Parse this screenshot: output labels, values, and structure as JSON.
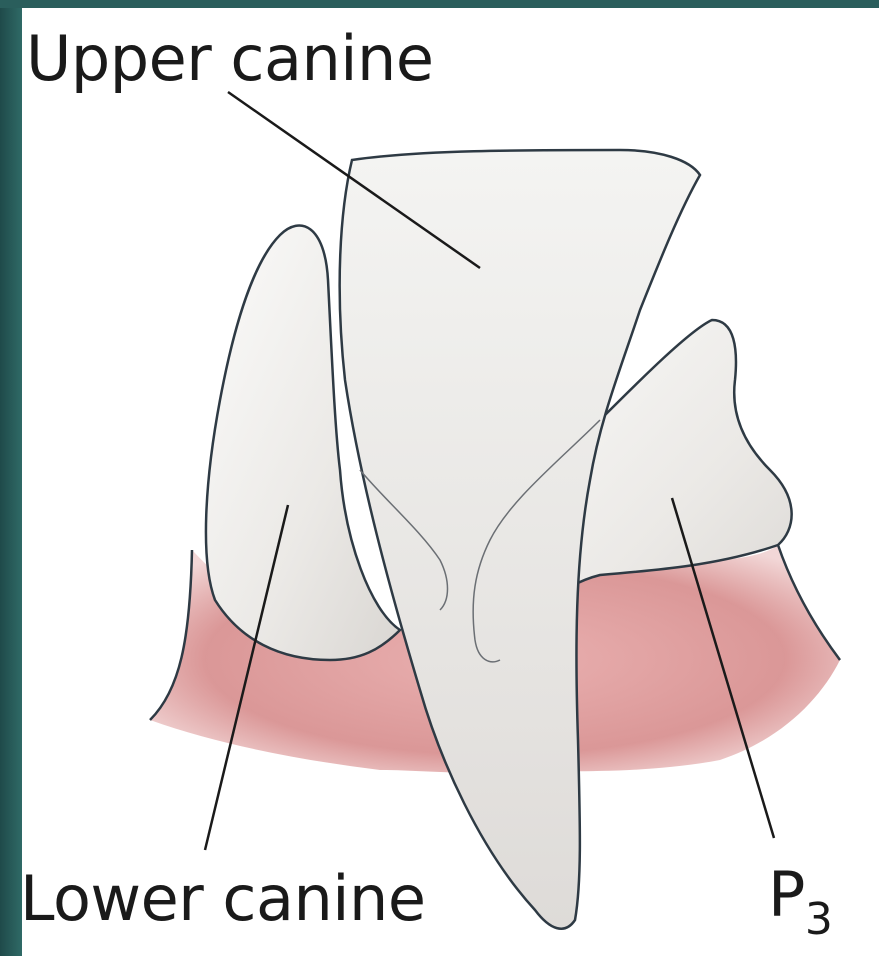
{
  "labels": {
    "upper_canine": "Upper canine",
    "lower_canine": "Lower canine",
    "p3_base": "P",
    "p3_subscript": "3"
  },
  "colors": {
    "side_bar": "#2f6a66",
    "gum": "#d98a8a",
    "tooth": "#f2f0ee",
    "outline": "#2e3a44"
  }
}
